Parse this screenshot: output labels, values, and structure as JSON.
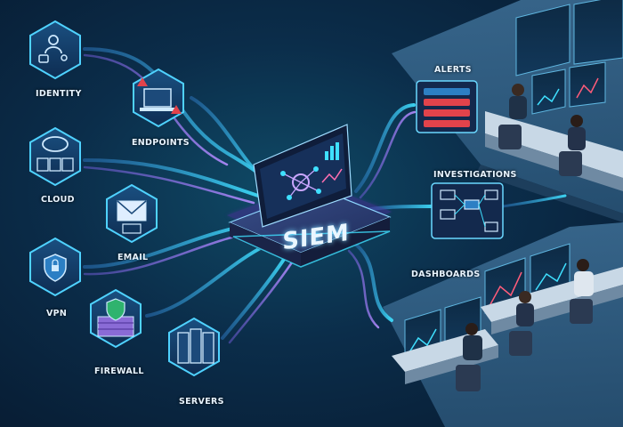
{
  "center": {
    "label": "SIEM"
  },
  "sources": [
    {
      "label": "IDENTITY",
      "icon": "identity-lock-icon"
    },
    {
      "label": "ENDPOINTS",
      "icon": "laptop-alert-icon"
    },
    {
      "label": "CLOUD",
      "icon": "cloud-sync-icon"
    },
    {
      "label": "EMAIL",
      "icon": "envelope-icon"
    },
    {
      "label": "VPN",
      "icon": "shield-lock-icon"
    },
    {
      "label": "FIREWALL",
      "icon": "firewall-shield-icon"
    },
    {
      "label": "SERVERS",
      "icon": "server-rack-icon"
    }
  ],
  "outputs": [
    {
      "label": "ALERTS",
      "icon": "alert-list-icon"
    },
    {
      "label": "INVESTIGATIONS",
      "icon": "flowchart-icon"
    },
    {
      "label": "DASHBOARDS",
      "icon": "dashboard-icon"
    }
  ],
  "colors": {
    "background": "#0b2d4a",
    "flow_cyan": "#35d6ff",
    "flow_purple": "#9a7bff",
    "hex_fill": "#123a63",
    "alert_red": "#e2434b"
  }
}
